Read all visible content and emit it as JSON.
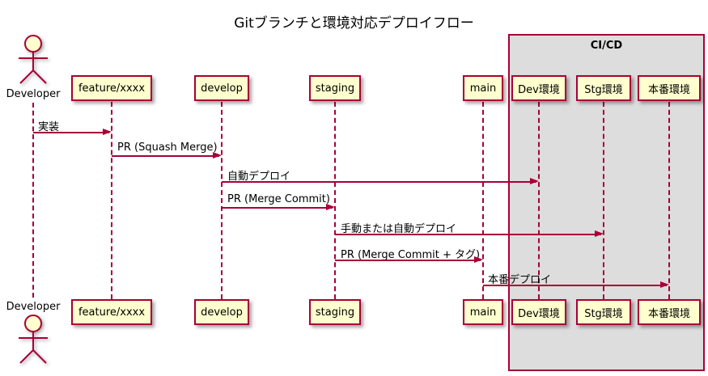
{
  "title": "Gitブランチと環境対応デプロイフロー",
  "frame": {
    "label": "CI/CD"
  },
  "actor": {
    "label": "Developer"
  },
  "participants": [
    {
      "label": "feature/xxxx"
    },
    {
      "label": "develop"
    },
    {
      "label": "staging"
    },
    {
      "label": "main"
    },
    {
      "label": "Dev環境"
    },
    {
      "label": "Stg環境"
    },
    {
      "label": "本番環境"
    }
  ],
  "messages": [
    {
      "label": "実装",
      "from": "Developer",
      "to": "feature/xxxx"
    },
    {
      "label": "PR (Squash Merge)",
      "from": "feature/xxxx",
      "to": "develop"
    },
    {
      "label": "自動デプロイ",
      "from": "develop",
      "to": "Dev環境"
    },
    {
      "label": "PR (Merge Commit)",
      "from": "develop",
      "to": "staging"
    },
    {
      "label": "手動または自動デプロイ",
      "from": "staging",
      "to": "Stg環境"
    },
    {
      "label": "PR (Merge Commit + タグ)",
      "from": "staging",
      "to": "main"
    },
    {
      "label": "本番デプロイ",
      "from": "main",
      "to": "本番環境"
    }
  ],
  "colors": {
    "line": "#a80036",
    "participant_fill": "#fefece",
    "frame_fill": "#dddddd",
    "text": "#000000",
    "background": "#ffffff"
  }
}
